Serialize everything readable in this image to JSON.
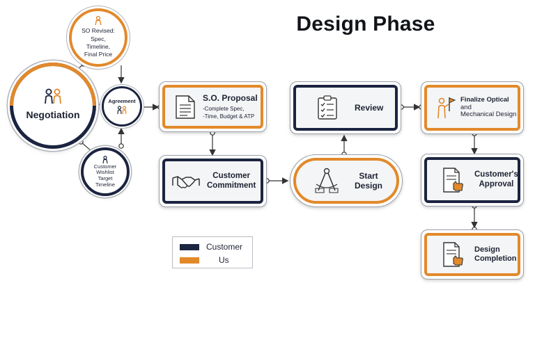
{
  "title": "Design Phase",
  "colors": {
    "customer": "#1b2440",
    "us": "#e2892b",
    "connector": "#333333"
  },
  "nodes": {
    "so_revised": {
      "label": "SO Revised:",
      "lines": [
        "Spec,",
        "Timeline,",
        "Final Price"
      ],
      "icon": "person-icon"
    },
    "negotiation": {
      "label": "Negotiation",
      "icon": "people-icon"
    },
    "agreement": {
      "label": "Agreement",
      "icon": "people-icon"
    },
    "customer_wishlist": {
      "lines": [
        "Customer",
        "Wishlist",
        "Target",
        "Timeline"
      ],
      "icon": "person-icon"
    },
    "so_proposal": {
      "label": "S.O. Proposal",
      "lines": [
        "-Complete Spec,",
        "-Time, Budget & ATP"
      ],
      "icon": "document-icon"
    },
    "customer_commitment": {
      "lines": [
        "Customer",
        "Commitment"
      ],
      "icon": "handshake-icon"
    },
    "review": {
      "label": "Review",
      "icon": "checklist-icon"
    },
    "start_design": {
      "lines": [
        "Start",
        "Design"
      ],
      "icon": "compass-icon"
    },
    "finalize_design": {
      "lines": [
        "Finalize Optical",
        "and",
        "Mechanical Design"
      ],
      "icon": "flag-person-icon"
    },
    "customers_approval": {
      "lines": [
        "Customer's",
        "Approval"
      ],
      "icon": "approved-document-icon"
    },
    "design_completion": {
      "lines": [
        "Design",
        "Completion"
      ],
      "icon": "approved-document-icon"
    }
  },
  "legend": [
    {
      "label": "Customer",
      "color": "#1b2440"
    },
    {
      "label": "Us",
      "color": "#e2892b"
    }
  ]
}
